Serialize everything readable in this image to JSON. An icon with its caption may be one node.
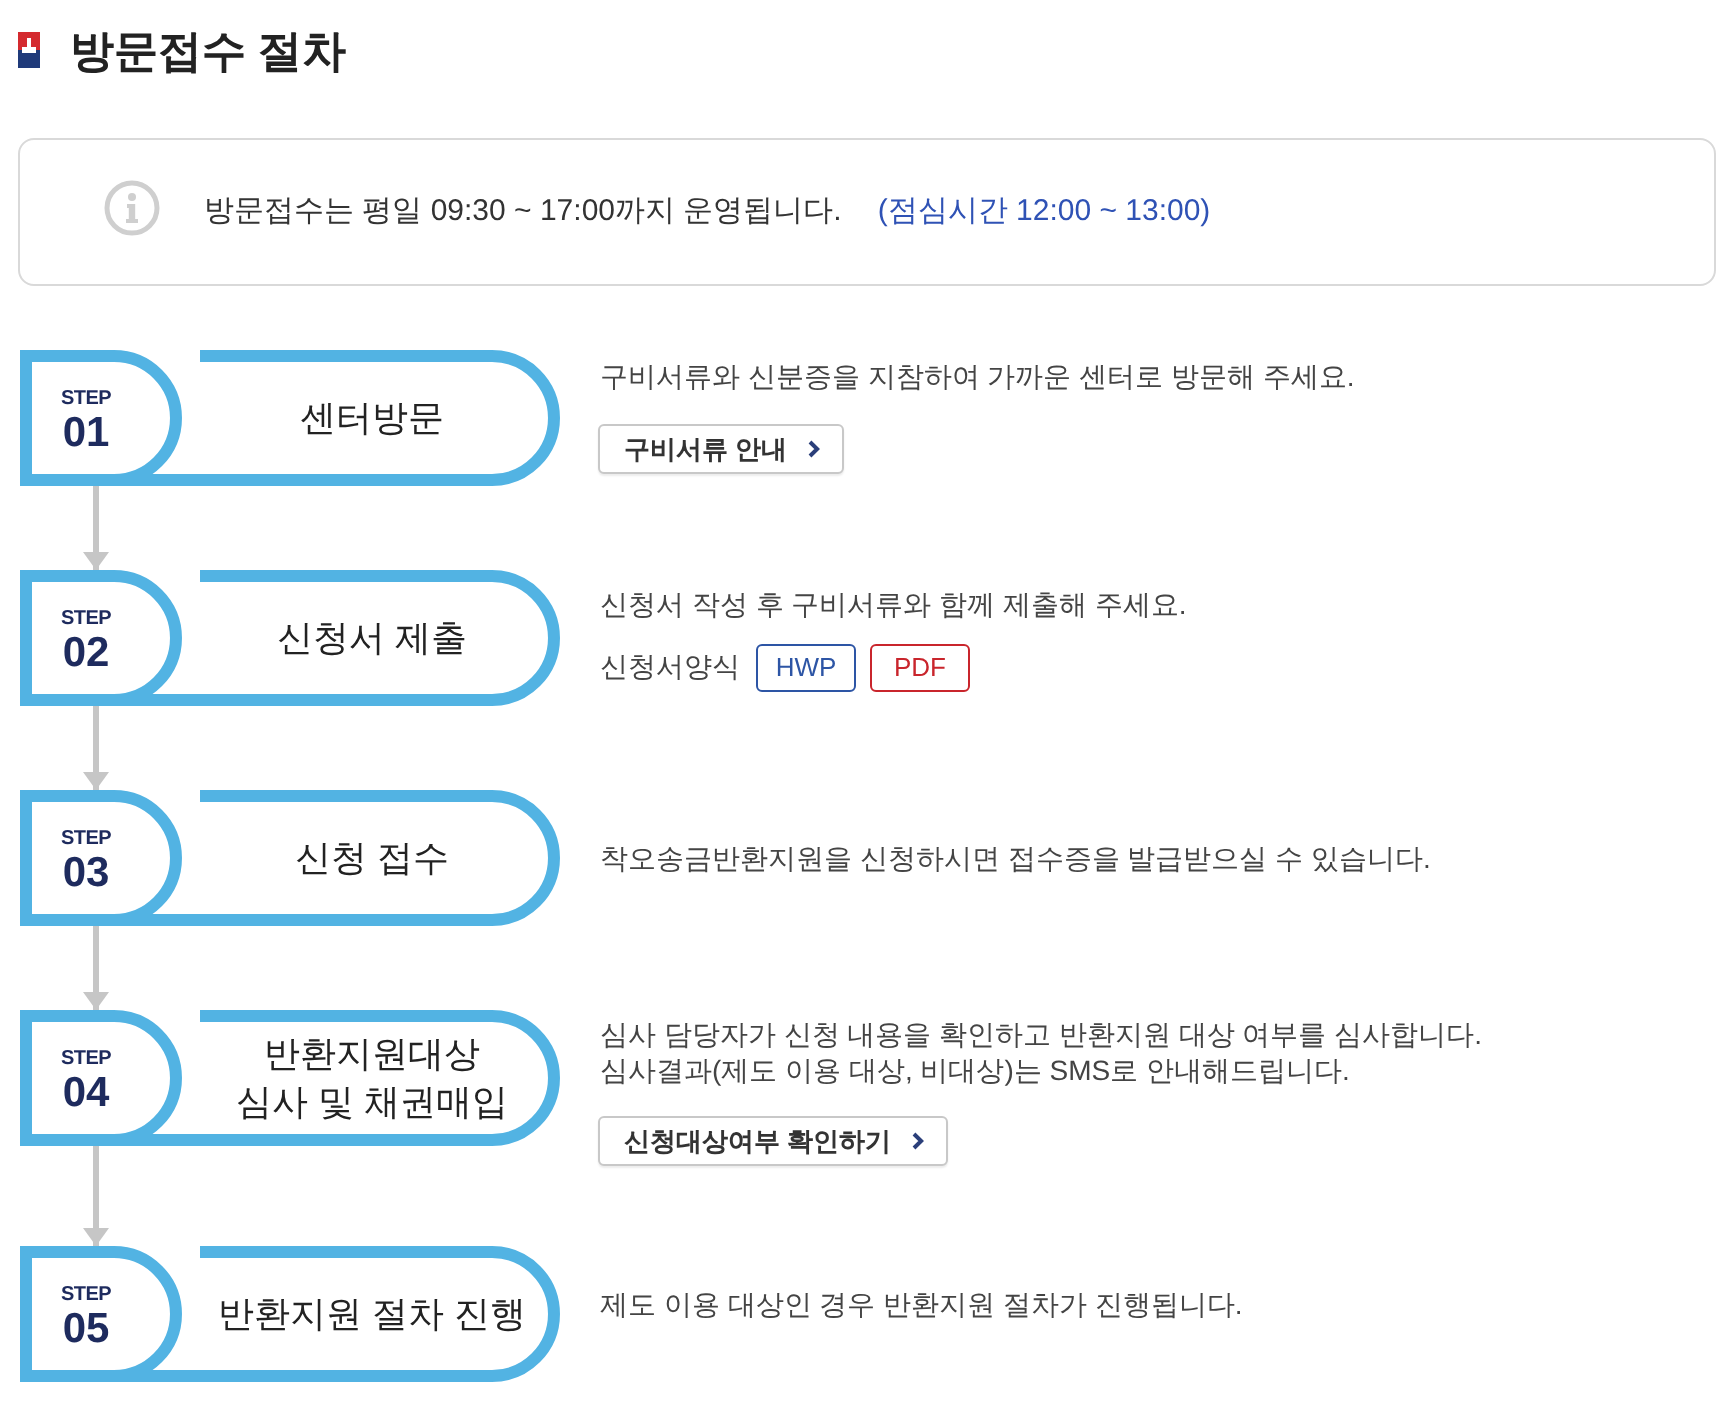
{
  "diagram": {
    "title": "방문접수 절차",
    "nodes": [
      {
        "text": [
          "방문접수는 평일 09:30 ~ 17:00까지 운영됩니다.",
          "(점심시간 12:00 ~ 13:00)"
        ]
      },
      {
        "text": [
          "STEP",
          "01",
          "센터방문"
        ],
        "beside": [
          "구비서류와 신분증을 지참하여 가까운 센터로 방문해 주세요."
        ]
      },
      {
        "text": [
          "구비서류 안내"
        ]
      },
      {
        "text": [
          "STEP",
          "02",
          "신청서 제출"
        ],
        "beside": [
          "신청서 작성 후 구비서류와 함께 제출해 주세요.",
          "신청서양식"
        ]
      },
      {
        "text": [
          "HWP"
        ]
      },
      {
        "text": [
          "PDF"
        ]
      },
      {
        "text": [
          "STEP",
          "03",
          "신청 접수"
        ],
        "beside": [
          "착오송금반환지원을 신청하시면 접수증을 발급받으실 수 있습니다."
        ]
      },
      {
        "text": [
          "STEP",
          "04",
          "반환지원대상 심사 및 채권매입"
        ],
        "beside": [
          "심사 담당자가 신청 내용을 확인하고 반환지원 대상 여부를 심사합니다.",
          "심사결과(제도 이용 대상, 비대상)는 SMS로 안내해드립니다."
        ]
      },
      {
        "text": [
          "신청대상여부 확인하기"
        ]
      },
      {
        "text": [
          "STEP",
          "05",
          "반환지원 절차 진행"
        ],
        "beside": [
          "제도 이용 대상인 경우 반환지원 절차가 진행됩니다."
        ]
      }
    ],
    "edges": [
      {
        "from": 1,
        "to": 3,
        "arrow": "to"
      },
      {
        "from": 3,
        "to": 6,
        "arrow": "to"
      },
      {
        "from": 6,
        "to": 7,
        "arrow": "to"
      },
      {
        "from": 7,
        "to": 9,
        "arrow": "to"
      }
    ]
  }
}
